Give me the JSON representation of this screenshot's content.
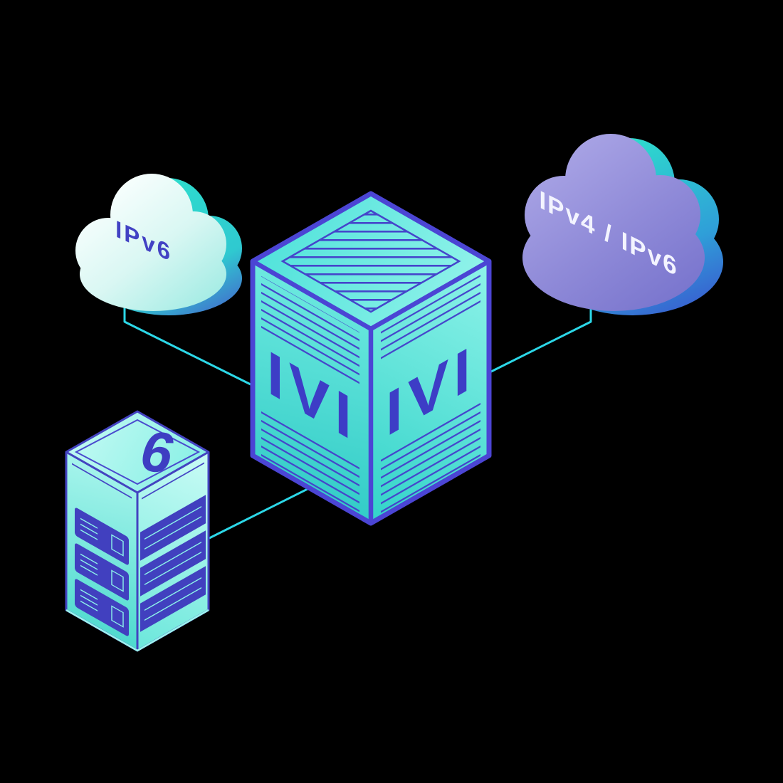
{
  "diagram": {
    "background": "#000000",
    "colors": {
      "connector_cyan": "#2cd8e8",
      "cube_face_teal": "#3bdcd2",
      "stripe_indigo": "#4545cb",
      "edge_indigo": "#4b45d4",
      "cloud_left_front_light": "#f8fffe",
      "cloud_left_front_deep": "#9febe3",
      "cloud_back_teal": "#2edbcd",
      "cloud_back_indigo": "#3d43cd",
      "cloud_right_purple_light": "#a7a2e4",
      "cloud_right_purple_deep": "#7672cc",
      "label_indigo": "#4242c4",
      "label_white": "#f3f4ff"
    },
    "nodes": {
      "ipv6_cloud": {
        "label": "IPv6"
      },
      "dual_stack_cloud": {
        "label": "IPv4 / IPv6"
      },
      "ivi_translator": {
        "label_left_face": "IVI",
        "label_right_face": "IVI"
      },
      "ipv6_server": {
        "label": "6"
      }
    }
  }
}
